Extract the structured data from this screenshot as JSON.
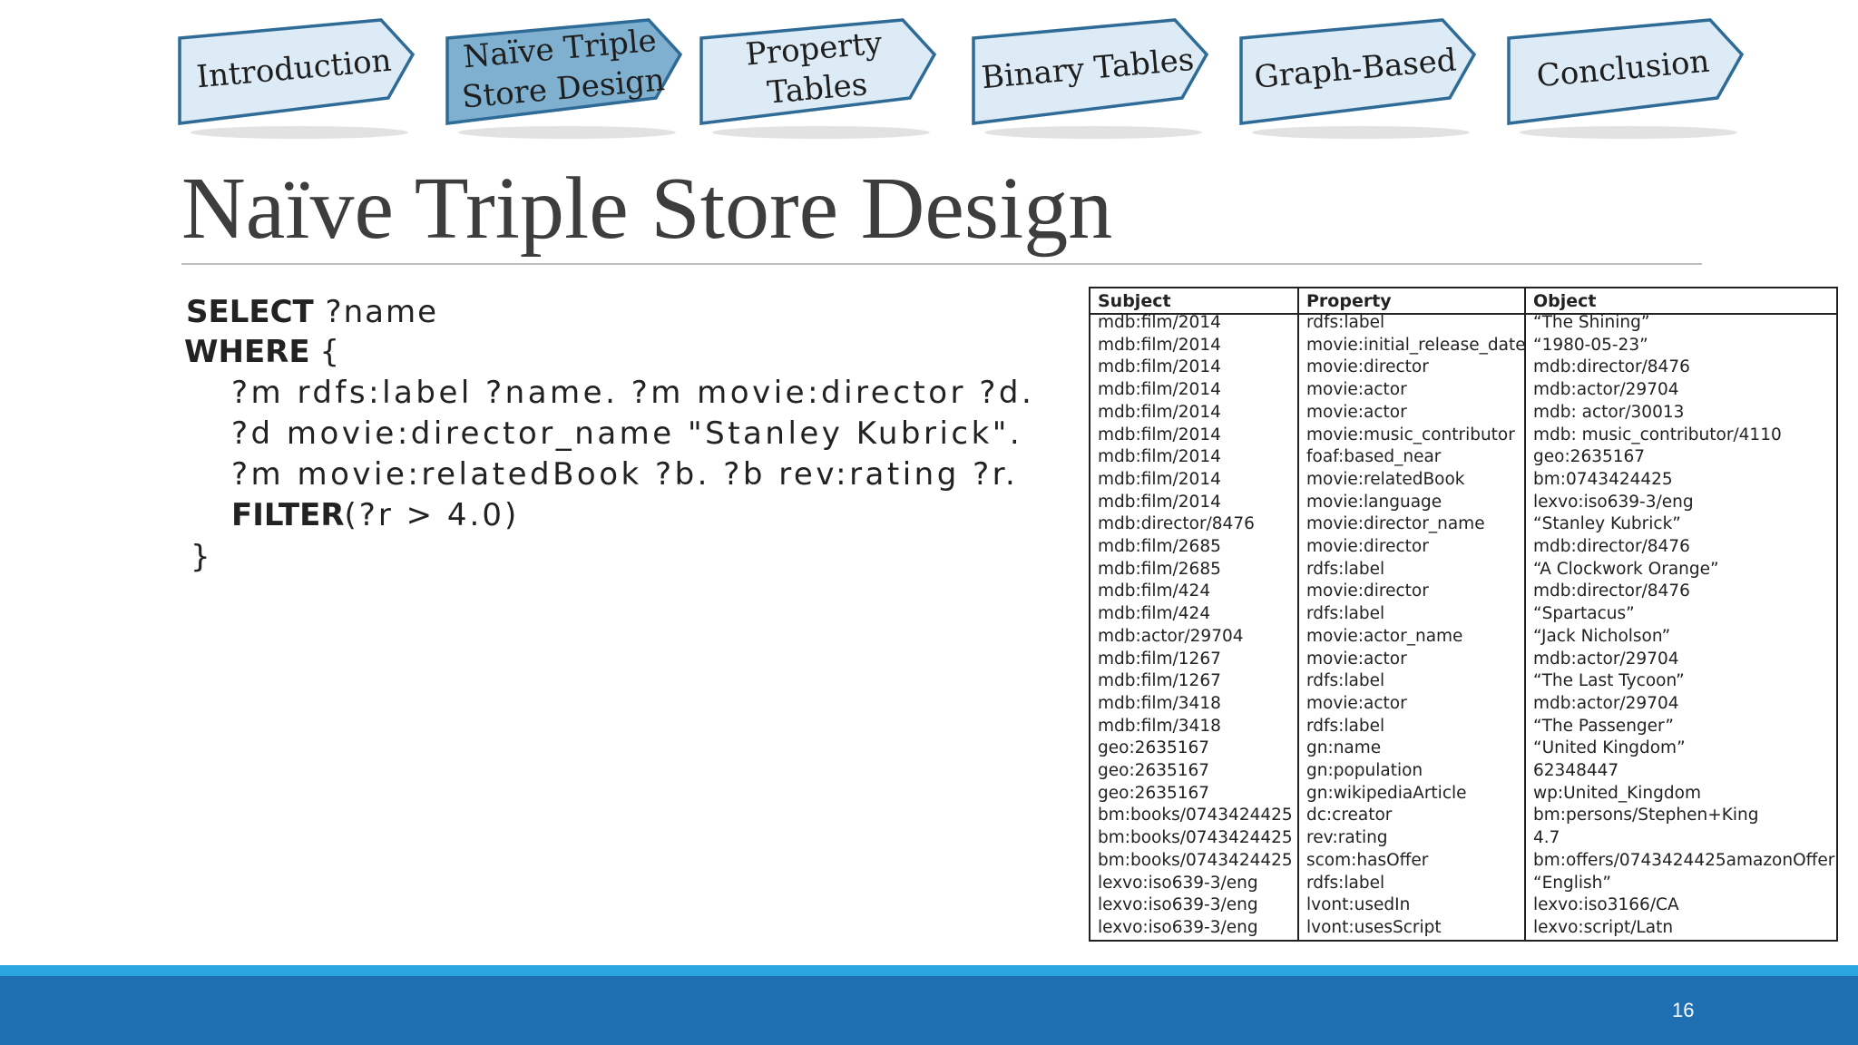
{
  "nav": {
    "items": [
      {
        "label": "Introduction",
        "active": false
      },
      {
        "label": "Naïve Triple\nStore Design",
        "active": true
      },
      {
        "label": "Property\nTables",
        "active": false
      },
      {
        "label": "Binary Tables",
        "active": false
      },
      {
        "label": "Graph-Based",
        "active": false
      },
      {
        "label": "Conclusion",
        "active": false
      }
    ],
    "colors": {
      "inactive_fill": "#dcebf5",
      "active_fill": "#7fb0d0",
      "stroke": "#2e6b96"
    }
  },
  "slide": {
    "title": "Naïve Triple Store Design",
    "page_number": "16"
  },
  "query": {
    "select_kw": "SELECT",
    "select_var": " ?name",
    "where_kw": "WHERE",
    "where_open": " {",
    "line1": "?m rdfs:label ?name. ?m movie:director ?d.",
    "line2": "?d movie:director_name \"Stanley Kubrick\".",
    "line3": "?m movie:relatedBook ?b. ?b rev:rating ?r.",
    "filter_kw": "FILTER",
    "filter_expr": "(?r > 4.0)",
    "close": "}"
  },
  "table": {
    "headers": [
      "Subject",
      "Property",
      "Object"
    ],
    "rows": [
      [
        "mdb:film/2014",
        "rdfs:label",
        "“The Shining”"
      ],
      [
        "mdb:film/2014",
        "movie:initial_release_date",
        "“1980-05-23”"
      ],
      [
        "mdb:film/2014",
        "movie:director",
        "mdb:director/8476"
      ],
      [
        "mdb:film/2014",
        "movie:actor",
        "mdb:actor/29704"
      ],
      [
        "mdb:film/2014",
        "movie:actor",
        "mdb: actor/30013"
      ],
      [
        "mdb:film/2014",
        "movie:music_contributor",
        "mdb: music_contributor/4110"
      ],
      [
        "mdb:film/2014",
        "foaf:based_near",
        "geo:2635167"
      ],
      [
        "mdb:film/2014",
        "movie:relatedBook",
        "bm:0743424425"
      ],
      [
        "mdb:film/2014",
        "movie:language",
        "lexvo:iso639-3/eng"
      ],
      [
        "mdb:director/8476",
        "movie:director_name",
        "“Stanley Kubrick”"
      ],
      [
        "mdb:film/2685",
        "movie:director",
        "mdb:director/8476"
      ],
      [
        "mdb:film/2685",
        "rdfs:label",
        "“A Clockwork Orange”"
      ],
      [
        "mdb:film/424",
        "movie:director",
        "mdb:director/8476"
      ],
      [
        "mdb:film/424",
        "rdfs:label",
        "“Spartacus”"
      ],
      [
        "mdb:actor/29704",
        "movie:actor_name",
        "“Jack Nicholson”"
      ],
      [
        "mdb:film/1267",
        "movie:actor",
        "mdb:actor/29704"
      ],
      [
        "mdb:film/1267",
        "rdfs:label",
        "“The Last Tycoon”"
      ],
      [
        "mdb:film/3418",
        "movie:actor",
        "mdb:actor/29704"
      ],
      [
        "mdb:film/3418",
        "rdfs:label",
        "“The Passenger”"
      ],
      [
        "geo:2635167",
        "gn:name",
        "“United Kingdom”"
      ],
      [
        "geo:2635167",
        "gn:population",
        "62348447"
      ],
      [
        "geo:2635167",
        "gn:wikipediaArticle",
        "wp:United_Kingdom"
      ],
      [
        "bm:books/0743424425",
        "dc:creator",
        "bm:persons/Stephen+King"
      ],
      [
        "bm:books/0743424425",
        "rev:rating",
        "4.7"
      ],
      [
        "bm:books/0743424425",
        "scom:hasOffer",
        "bm:offers/0743424425amazonOffer"
      ],
      [
        "lexvo:iso639-3/eng",
        "rdfs:label",
        "“English”"
      ],
      [
        "lexvo:iso639-3/eng",
        "lvont:usedIn",
        "lexvo:iso3166/CA"
      ],
      [
        "lexvo:iso639-3/eng",
        "lvont:usesScript",
        "lexvo:script/Latn"
      ]
    ]
  },
  "footer": {
    "colors": {
      "stripe": "#2aa5df",
      "bar": "#1f6fb3"
    }
  }
}
